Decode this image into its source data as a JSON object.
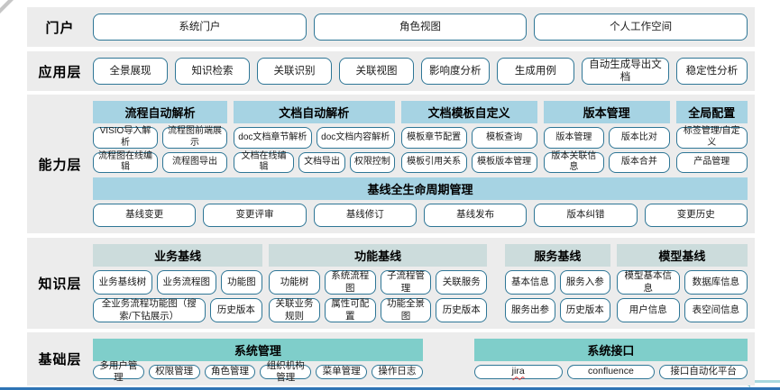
{
  "colors": {
    "band_bg": "#ececec",
    "box_border": "#2e7696",
    "capability_header": "#a6d3e3",
    "knowledge_header": "#ccdcdc",
    "base_header": "#7fceca",
    "bottom_edge": "#2e74b5",
    "arrow": "#a8d8de",
    "arrow_head": "#7fc4cf"
  },
  "decorations": {
    "spellcheck_flagged": [
      "jira"
    ]
  },
  "layers": [
    {
      "id": "portal",
      "label": "门户",
      "buttons": [
        "系统门户",
        "角色视图",
        "个人工作空间"
      ]
    },
    {
      "id": "app",
      "label": "应用层",
      "buttons": [
        "全景展现",
        "知识检索",
        "关联识别",
        "关联视图",
        "影响度分析",
        "生成用例",
        "自动生成导出文档",
        "稳定性分析"
      ]
    },
    {
      "id": "capability",
      "label": "能力层",
      "groups": [
        {
          "title": "流程自动解析",
          "rows": [
            [
              "VISIO导入解析",
              "流程图前端展示"
            ],
            [
              "流程图在线编辑",
              "流程图导出"
            ]
          ]
        },
        {
          "title": "文档自动解析",
          "rows": [
            [
              "doc文档章节解析",
              "doc文档内容解析"
            ],
            [
              "文档在线编辑",
              "文档导出",
              "权限控制"
            ]
          ]
        },
        {
          "title": "文档模板自定义",
          "rows": [
            [
              "模板章节配置",
              "模板查询"
            ],
            [
              "模板引用关系",
              "模板版本管理"
            ]
          ]
        },
        {
          "title": "版本管理",
          "rows": [
            [
              "版本管理",
              "版本比对"
            ],
            [
              "版本关联信息",
              "版本合并"
            ]
          ]
        },
        {
          "title": "全局配置",
          "rows": [
            [
              "标签管理/自定义"
            ],
            [
              "产品管理"
            ]
          ]
        }
      ],
      "baseline": {
        "title": "基线全生命周期管理",
        "buttons": [
          "基线变更",
          "变更评审",
          "基线修订",
          "基线发布",
          "版本纠错",
          "变更历史"
        ]
      }
    },
    {
      "id": "knowledge",
      "label": "知识层",
      "groups": [
        {
          "title": "业务基线",
          "rows": [
            [
              "业务基线树",
              "业务流程图",
              "功能图"
            ],
            [
              "全业务流程功能图（搜索/下钻展示）",
              "历史版本"
            ]
          ]
        },
        {
          "title": "功能基线",
          "rows": [
            [
              "功能树",
              "系统流程图",
              "子流程管理",
              "关联服务"
            ],
            [
              "关联业务规则",
              "属性可配置",
              "功能全景图",
              "历史版本"
            ]
          ]
        },
        {
          "title": "服务基线",
          "rows": [
            [
              "基本信息",
              "服务入参"
            ],
            [
              "服务出参",
              "历史版本"
            ]
          ]
        },
        {
          "title": "模型基线",
          "rows": [
            [
              "模型基本信息",
              "数据库信息"
            ],
            [
              "用户信息",
              "表空间信息"
            ]
          ]
        }
      ]
    },
    {
      "id": "base",
      "label": "基础层",
      "groups": [
        {
          "title": "系统管理",
          "rows": [
            [
              "多用户管理",
              "权限管理",
              "角色管理",
              "组织机构管理",
              "菜单管理",
              "操作日志"
            ]
          ]
        },
        {
          "title": "系统接口",
          "rows": [
            [
              "jira",
              "confluence",
              "接口自动化平台"
            ]
          ]
        }
      ]
    }
  ]
}
